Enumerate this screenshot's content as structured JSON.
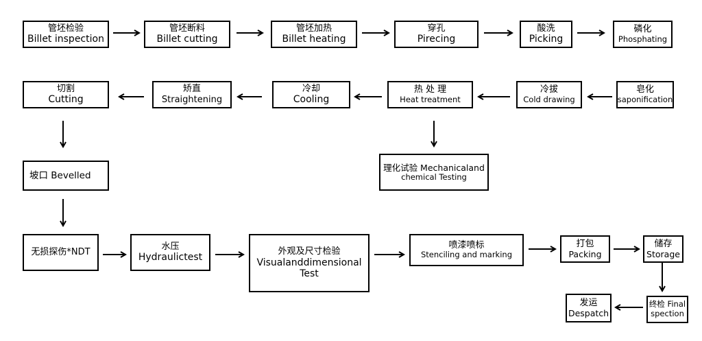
{
  "steps": [
    {
      "zh": "管坯检验",
      "en": "Billet inspection"
    },
    {
      "zh": "管坯断料",
      "en": "Billet cutting"
    },
    {
      "zh": "管坯加热",
      "en": "Billet heating"
    },
    {
      "zh": "穿孔",
      "en": "Pirecing"
    },
    {
      "zh": "酸洗",
      "en": "Picking"
    },
    {
      "zh": "磷化",
      "en": "Phosphating"
    },
    {
      "zh": "皂化",
      "en": "saponification"
    },
    {
      "zh": "冷拔",
      "en": "Cold drawing"
    },
    {
      "zh": "热 处 理",
      "en": "Heat treatment"
    },
    {
      "zh": "冷却",
      "en": "Cooling"
    },
    {
      "zh": "矫直",
      "en": "Straightening"
    },
    {
      "zh": "切割",
      "en": "Cutting"
    },
    {
      "line1": "理化试验 Mechanicaland",
      "line2": "chemical Testing"
    },
    {
      "text": "坡口 Bevelled"
    },
    {
      "text": "无损探伤*NDT"
    },
    {
      "zh": "水压",
      "en": "Hydraulictest"
    },
    {
      "zh": "外观及尺寸检验",
      "en1": "Visualanddimensional",
      "en2": "Test"
    },
    {
      "zh": "喷漆喷标",
      "en": "Stenciling and marking"
    },
    {
      "zh": "打包",
      "en": "Packing"
    },
    {
      "zh": "储存",
      "en": "Storage"
    },
    {
      "line1": "终检 Final",
      "line2": "spection"
    },
    {
      "zh": "发运",
      "en": "Despatch"
    }
  ]
}
